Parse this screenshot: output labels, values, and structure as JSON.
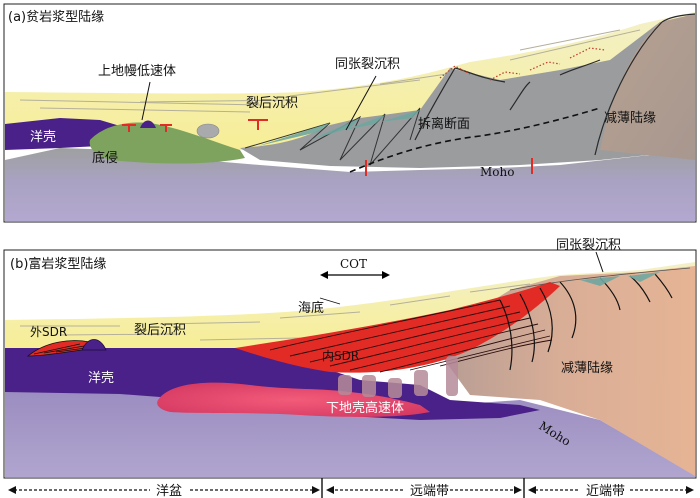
{
  "panel_a": {
    "title": "(a)贫岩浆型陆缘",
    "labels": {
      "mantle_low_velocity": "上地幔低速体",
      "syn_rift": "同张裂沉积",
      "post_rift": "裂后沉积",
      "oceanic_crust": "洋壳",
      "underplating": "底侵",
      "detachment": "拆离断面",
      "thinned_margin": "减薄陆缘",
      "moho": "Moho"
    }
  },
  "panel_b": {
    "title": "(b)富岩浆型陆缘",
    "labels": {
      "cot": "COT",
      "syn_rift": "同张裂沉积",
      "seafloor": "海底",
      "outer_sdr": "外SDR",
      "post_rift": "裂后沉积",
      "inner_sdr": "内SDR",
      "oceanic_crust": "洋壳",
      "thinned_margin": "减薄陆缘",
      "lower_crust_hv": "下地壳高速体",
      "moho": "Moho"
    }
  },
  "zones": {
    "basin": "洋盆",
    "distal": "远端带",
    "proximal": "近端带"
  },
  "colors": {
    "sediment": "#f6f1a6",
    "sediment_top": "#eeeeba",
    "mantle": "#ac9fc6",
    "mantle_light": "#c4bcd8",
    "gray_crust": "#96989a",
    "continent_pink": "#d7a98f",
    "oceanic": "#4a2188",
    "green": "#7ea35e",
    "sdr_red": "#e22b25",
    "hv_pink": "#e8476a",
    "syn_rift_teal": "#6fa7a0"
  }
}
